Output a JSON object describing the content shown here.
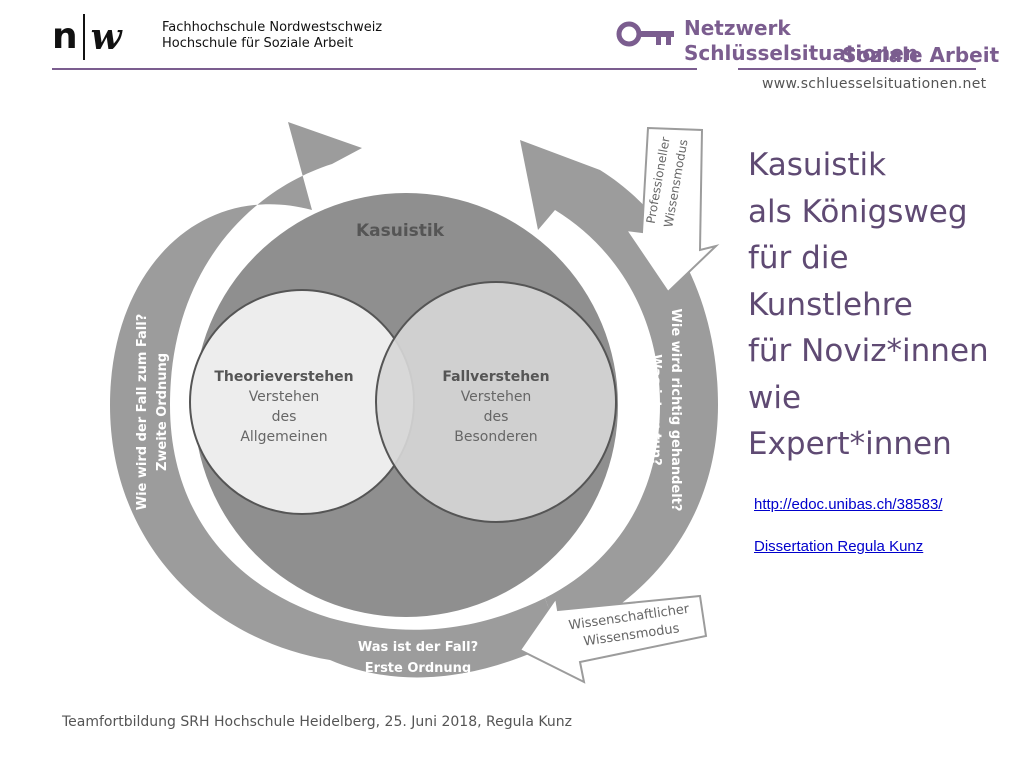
{
  "header": {
    "logo_n": "n",
    "logo_w": "w",
    "school_line1": "Fachhochschule Nordwestschweiz",
    "school_line2": "Hochschule für Soziale Arbeit",
    "network_title": "Netzwerk Schlüsselsituationen",
    "network_subtitle": "Soziale Arbeit",
    "network_url": "www.schluesselsituationen.net"
  },
  "diagram": {
    "center_title": "Kasuistik",
    "left_circle": {
      "heading": "Theorieverstehen",
      "line1": "Verstehen",
      "line2": "des",
      "line3": "Allgemeinen"
    },
    "right_circle": {
      "heading": "Fallverstehen",
      "line1": "Verstehen",
      "line2": "des",
      "line3": "Besonderen"
    },
    "left_arc": {
      "line1": "Wie wird der Fall zum Fall?",
      "line2": "Zweite Ordnung"
    },
    "right_arc": {
      "line1": "Wie wird richtig gehandelt?",
      "line2": "Was ist zu tun?"
    },
    "bottom_arc": {
      "line1": "Was ist der Fall?",
      "line2": "Erste Ordnung"
    },
    "top_arrow": {
      "line1": "Professioneller",
      "line2": "Wissensmodus"
    },
    "bottom_arrow": {
      "line1": "Wissenschaftlicher",
      "line2": "Wissensmodus"
    }
  },
  "title_lines": [
    "Kasuistik",
    "als Königsweg",
    "für die",
    "Kunstlehre",
    "für Noviz*innen",
    "wie",
    "Expert*innen"
  ],
  "links": {
    "link1": "http://edoc.unibas.ch/38583/",
    "link2": "Dissertation Regula Kunz"
  },
  "footer": "Teamfortbildung SRH Hochschule Heidelberg, 25. Juni 2018, Regula Kunz",
  "colors": {
    "accent": "#7b5d8f",
    "title": "#5f4a73",
    "link": "#0000cc",
    "ring": "#9b9b9b"
  },
  "icons": [
    "key-icon"
  ]
}
